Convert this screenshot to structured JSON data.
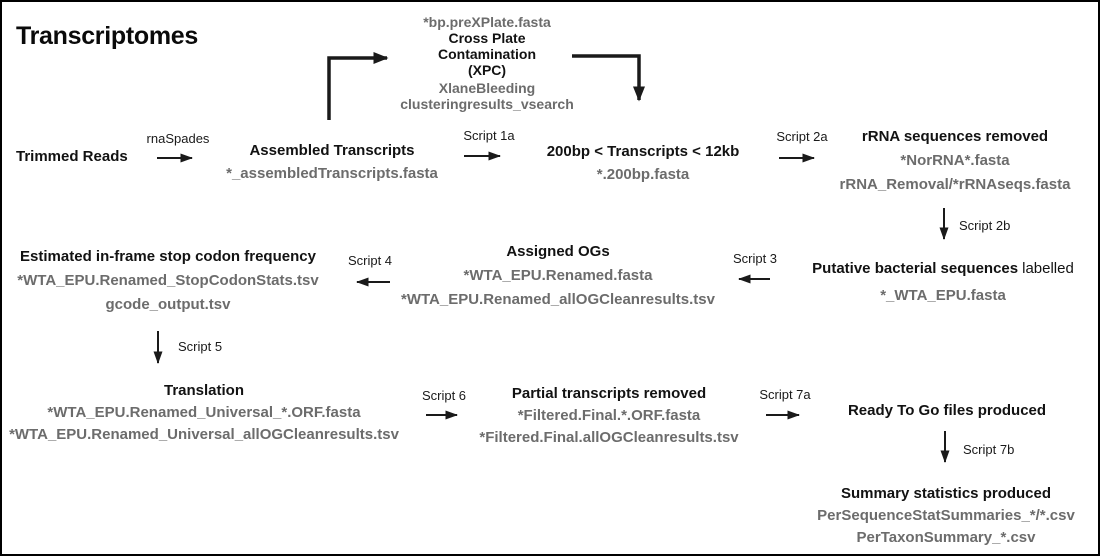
{
  "title": "Transcriptomes",
  "colors": {
    "ink": "#121212",
    "muted": "#6c6c6c"
  },
  "nodes": {
    "trimmed": {
      "title": "Trimmed Reads"
    },
    "assembled": {
      "title": "Assembled Transcripts",
      "files": [
        "*_assembledTranscripts.fasta"
      ]
    },
    "xpc": {
      "input_file": "*bp.preXPlate.fasta",
      "title_lines": [
        "Cross Plate",
        "Contamination",
        "(XPC)"
      ],
      "files": [
        "XlaneBleeding",
        "clusteringresults_vsearch"
      ]
    },
    "size_filter": {
      "title": "200bp < Transcripts < 12kb",
      "files": [
        "*.200bp.fasta"
      ]
    },
    "rrna_removed": {
      "title": "rRNA sequences removed",
      "files": [
        "*NorRNA*.fasta",
        "rRNA_Removal/*rRNAseqs.fasta"
      ]
    },
    "putative_bacterial": {
      "title_bold": "Putative bacterial sequences",
      "title_light": "labelled",
      "files": [
        "*_WTA_EPU.fasta"
      ]
    },
    "assigned_ogs": {
      "title": "Assigned OGs",
      "files": [
        "*WTA_EPU.Renamed.fasta",
        "*WTA_EPU.Renamed_allOGCleanresults.tsv"
      ]
    },
    "stop_codon": {
      "title": "Estimated in-frame stop codon frequency",
      "files": [
        "*WTA_EPU.Renamed_StopCodonStats.tsv",
        "gcode_output.tsv"
      ]
    },
    "translation": {
      "title": "Translation",
      "files": [
        "*WTA_EPU.Renamed_Universal_*.ORF.fasta",
        "*WTA_EPU.Renamed_Universal_allOGCleanresults.tsv"
      ]
    },
    "partial_removed": {
      "title": "Partial transcripts removed",
      "files": [
        "*Filtered.Final.*.ORF.fasta",
        "*Filtered.Final.allOGCleanresults.tsv"
      ]
    },
    "ready_to_go": {
      "title": "Ready To Go files produced"
    },
    "summary_stats": {
      "title": "Summary statistics produced",
      "files": [
        "PerSequenceStatSummaries_*/*.csv",
        "PerTaxonSummary_*.csv"
      ]
    }
  },
  "arrow_labels": {
    "rnaspades": "rnaSpades",
    "script_1a": "Script 1a",
    "script_2a": "Script 2a",
    "script_2b": "Script 2b",
    "script_3": "Script 3",
    "script_4": "Script 4",
    "script_5": "Script 5",
    "script_6": "Script 6",
    "script_7a": "Script 7a",
    "script_7b": "Script 7b"
  }
}
